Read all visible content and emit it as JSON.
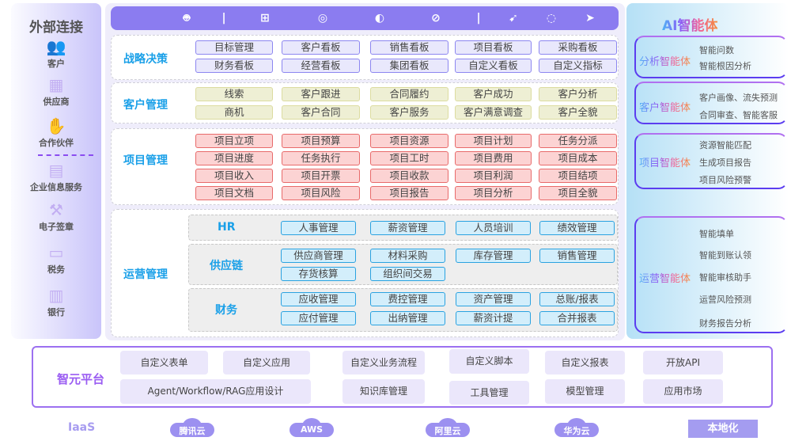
{
  "external": {
    "title": "外部连接",
    "items": [
      {
        "label": "客户",
        "icon": "people-icon"
      },
      {
        "label": "供应商",
        "icon": "supplier-icon"
      },
      {
        "label": "合作伙伴",
        "icon": "handshake-icon"
      },
      {
        "label": "企业信息服务",
        "icon": "card-icon"
      },
      {
        "label": "电子签章",
        "icon": "gavel-icon"
      },
      {
        "label": "税务",
        "icon": "money-icon"
      },
      {
        "label": "银行",
        "icon": "building-icon"
      }
    ]
  },
  "platform_icons": [
    "apple-icon",
    "android-icon",
    "divider",
    "windows-icon",
    "chrome-icon",
    "firefox-icon",
    "safari-icon",
    "divider",
    "dingtalk-icon",
    "wechat-icon",
    "feishu-icon"
  ],
  "sections": {
    "strategy": {
      "label": "战略决策",
      "items": [
        "目标管理",
        "客户看板",
        "销售看板",
        "项目看板",
        "采购看板",
        "财务看板",
        "经营看板",
        "集团看板",
        "自定义看板",
        "自定义指标"
      ]
    },
    "customer": {
      "label": "客户管理",
      "items": [
        "线索",
        "客户跟进",
        "合同履约",
        "客户成功",
        "客户分析",
        "商机",
        "客户合同",
        "客户服务",
        "客户满意调查",
        "客户全貌"
      ]
    },
    "project": {
      "label": "项目管理",
      "items": [
        "项目立项",
        "项目预算",
        "项目资源",
        "项目计划",
        "任务分派",
        "项目进度",
        "任务执行",
        "项目工时",
        "项目费用",
        "项目成本",
        "项目收入",
        "项目开票",
        "项目收款",
        "项目利润",
        "项目结项",
        "项目文档",
        "项目风险",
        "项目报告",
        "项目分析",
        "项目全貌"
      ]
    },
    "ops": {
      "label": "运营管理",
      "hr": {
        "label": "HR",
        "items": [
          "人事管理",
          "薪资管理",
          "人员培训",
          "绩效管理"
        ]
      },
      "supply": {
        "label": "供应链",
        "items": [
          "供应商管理",
          "材料采购",
          "库存管理",
          "销售管理",
          "存货核算",
          "组织间交易"
        ]
      },
      "finance": {
        "label": "财务",
        "items": [
          "应收管理",
          "费控管理",
          "资产管理",
          "总账/报表",
          "应付管理",
          "出纳管理",
          "薪资计提",
          "合并报表"
        ]
      }
    }
  },
  "ai": {
    "title": "AI智能体",
    "agents": [
      {
        "name": "分析智能体",
        "items": [
          "智能问数",
          "智能根因分析"
        ]
      },
      {
        "name": "客户智能体",
        "items": [
          "客户画像、流失预测",
          "合同审查、智能客服"
        ]
      },
      {
        "name": "项目智能体",
        "items": [
          "资源智能匹配",
          "生成项目报告",
          "项目风险预警"
        ]
      },
      {
        "name": "运营智能体",
        "items": [
          "智能填单",
          "智能到账认领",
          "智能审核助手",
          "运营风险预测",
          "财务报告分析"
        ]
      }
    ]
  },
  "platform": {
    "label": "智元平台",
    "items": [
      "自定义表单",
      "自定义应用",
      "自定义业务流程",
      "自定义脚本",
      "自定义报表",
      "开放API",
      "Agent/Workflow/RAG应用设计",
      "知识库管理",
      "工具管理",
      "模型管理",
      "应用市场"
    ]
  },
  "iaas": {
    "label": "IaaS",
    "clouds": [
      "腾讯云",
      "AWS",
      "阿里云",
      "华为云"
    ],
    "local": "本地化"
  }
}
